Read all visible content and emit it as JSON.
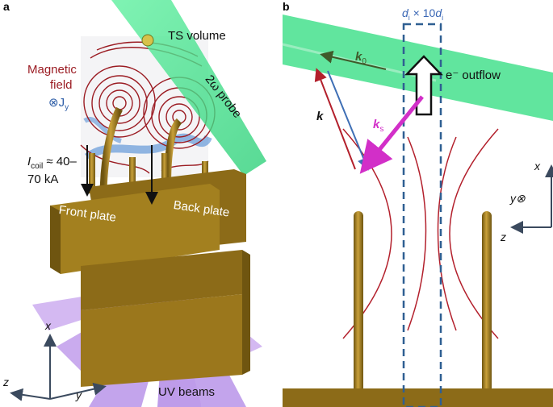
{
  "panel_a": {
    "letter": "a",
    "ts_volume": "TS volume",
    "magnetic_field_1": "Magnetic",
    "magnetic_field_2": "field",
    "current_sym": "⊗J",
    "current_sub": "y",
    "probe": "2ω probe",
    "icoil_1": "I",
    "icoil_sub": "coil",
    "icoil_rest": " ≈ 40–",
    "icoil_2": "70 kA",
    "front_plate": "Front plate",
    "back_plate": "Back plate",
    "axis_x": "x",
    "axis_y": "y",
    "axis_z": "z",
    "uv_beams": "UV beams"
  },
  "panel_b": {
    "letter": "b",
    "box_label_d1": "d",
    "box_label_i1": "i",
    "box_label_mid": " × 10",
    "box_label_d2": "d",
    "box_label_i2": "i",
    "k0": "k",
    "k0_sub": "0",
    "k": "k",
    "ks": "k",
    "ks_sub": "s",
    "outflow": "e⁻ outflow",
    "axis_x": "x",
    "axis_y": "y⊗",
    "axis_z": "z"
  },
  "colors": {
    "gold": "#a88420",
    "gold_dark": "#6f5510",
    "green_beam": "#3fe08a",
    "violet_beam": "#b489e6",
    "field_red": "#b3202c",
    "box_blue": "#2f5f92",
    "ks_magenta": "#d22fc8"
  }
}
